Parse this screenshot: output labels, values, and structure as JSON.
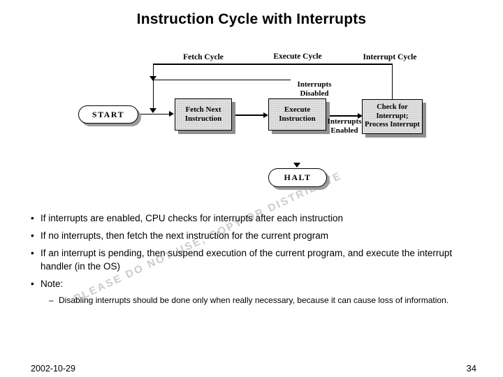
{
  "slide": {
    "title": "Instruction Cycle with Interrupts",
    "watermark": "PLEASE DO NOT USE, COPY OR DISTRIBUTE",
    "bullet_char": "•",
    "sub_bullet_char": "–",
    "footer": {
      "date": "2002-10-29",
      "page_number": "34"
    }
  },
  "diagram": {
    "cycle_labels": {
      "fetch": "Fetch Cycle",
      "execute": "Execute Cycle",
      "interrupt": "Interrupt Cycle"
    },
    "nodes": {
      "start": "START",
      "fetch_line1": "Fetch Next",
      "fetch_line2": "Instruction",
      "execute_line1": "Execute",
      "execute_line2": "Instruction",
      "check_line1": "Check for",
      "check_line2": "Interrupt;",
      "check_line3": "Process Interrupt",
      "halt": "HALT"
    },
    "edge_labels": {
      "disabled_line1": "Interrupts",
      "disabled_line2": "Disabled",
      "enabled_line1": "Interrupts",
      "enabled_line2": "Enabled"
    },
    "colors": {
      "box_fill": "#d3d3d3",
      "box_shadow": "#8f8f8f",
      "oval_shadow": "#9c9c9c",
      "line": "#000000",
      "watermark": "#cbcbcb"
    }
  },
  "bullets": [
    "If interrupts are enabled, CPU checks for interrupts after each instruction",
    "If no interrupts, then fetch the next instruction for the current program",
    "If an interrupt is pending, then suspend execution of the current program, and execute the interrupt handler (in the OS)",
    "Note:"
  ],
  "sub_bullets": [
    "Disabling interrupts should be done only when really necessary, because it can cause loss of information."
  ]
}
